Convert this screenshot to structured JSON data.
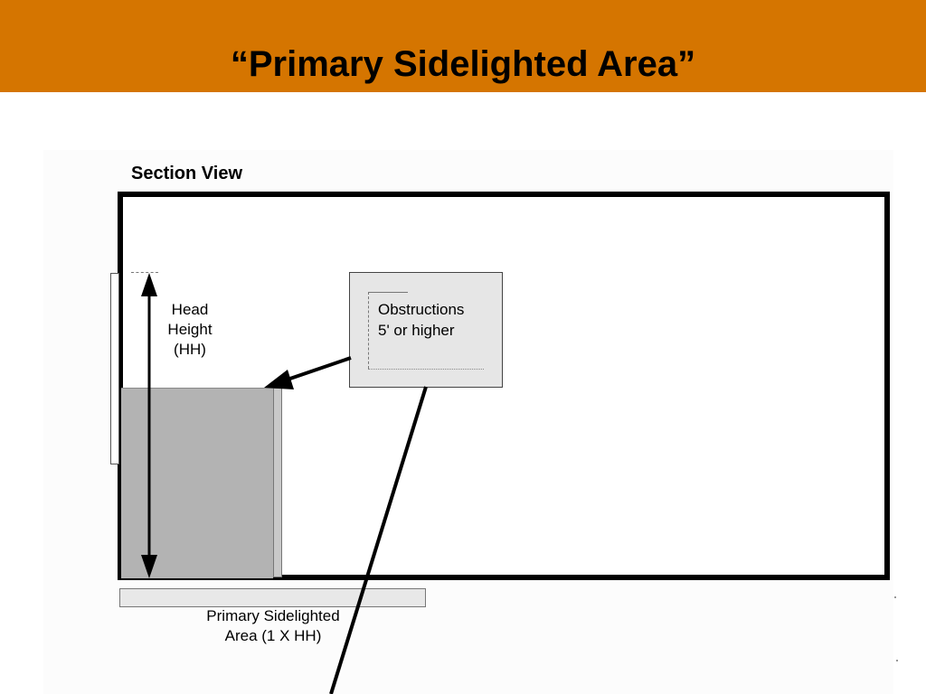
{
  "slide": {
    "title": "“Primary Sidelighted Area”"
  },
  "diagram": {
    "section_label": "Section View",
    "head_height_label": [
      "Head",
      "Height",
      "(HH)"
    ],
    "obstruction_label": [
      "Obstructions",
      "5' or higher"
    ],
    "primary_area_label": [
      "Primary Sidelighted",
      "Area (1 X HH)"
    ]
  },
  "colors": {
    "header_bar": "#d57500",
    "primary_area_fill": "#b3b3b3",
    "obstruction_fill": "#e6e6e6"
  }
}
